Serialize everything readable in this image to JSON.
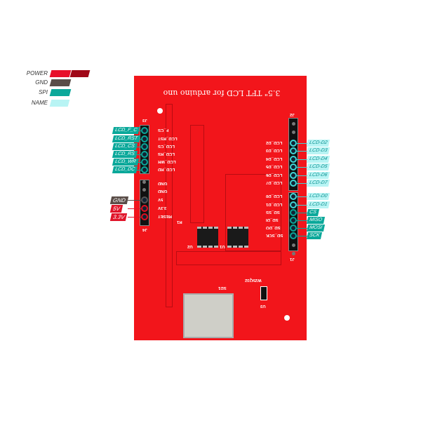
{
  "legend": [
    {
      "label": "POWER",
      "colors": [
        "#e8102a",
        "#a00818"
      ]
    },
    {
      "label": "GND",
      "colors": [
        "#5a4d48"
      ]
    },
    {
      "label": "SPI",
      "colors": [
        "#0aa89a"
      ]
    },
    {
      "label": "NAME",
      "colors": [
        "#b8f4f4"
      ]
    }
  ],
  "board": {
    "title": "3.5\" TFT LCD for arduino uno",
    "color": "#f2151b",
    "designators": {
      "j3": "J3",
      "j4": "J4",
      "j2": "J2",
      "j1": "J1",
      "u1": "U1",
      "u2": "U2",
      "u3": "U3",
      "sd1": "SD1",
      "flash": "W25Q32",
      "r1": "R1"
    },
    "j3_silk": [
      "F_CS",
      "LCD_RST",
      "LCD_CS",
      "LCD_RS",
      "LCD_WR",
      "LCD_RD"
    ],
    "j4_silk": [
      "GND",
      "GND",
      "5V",
      "3.3V",
      "RESET"
    ],
    "j2_silk": [
      "LCD_D2",
      "LCD_D3",
      "LCD_D4",
      "LCD_D5",
      "LCD_D6",
      "LCD_D7"
    ],
    "j1_silk": [
      "LCD_D0",
      "LCD_D1",
      "SD_SS",
      "SD_DI",
      "SD_DO",
      "SD_SCK"
    ]
  },
  "left_labels": [
    "LCD_F_C",
    "LCD_RST",
    "LCD_CS",
    "LCD_RS",
    "LCD_WR",
    "LCD_DC"
  ],
  "power_labels": [
    "GND",
    "5V",
    "3.3V"
  ],
  "right_labels": [
    {
      "label": "LCD-D2",
      "type": "name"
    },
    {
      "label": "LCD-D3",
      "type": "name"
    },
    {
      "label": "LCD-D4",
      "type": "name"
    },
    {
      "label": "LCD-D5",
      "type": "name"
    },
    {
      "label": "LCD-D6",
      "type": "name"
    },
    {
      "label": "LCD-D7",
      "type": "name"
    },
    {
      "label": "LCD-D0",
      "type": "name"
    },
    {
      "label": "LCD-D1",
      "type": "name"
    },
    {
      "label": "CS",
      "type": "spi"
    },
    {
      "label": "MISO",
      "type": "spi"
    },
    {
      "label": "MOSI",
      "type": "spi"
    },
    {
      "label": "SCK",
      "type": "spi"
    }
  ]
}
